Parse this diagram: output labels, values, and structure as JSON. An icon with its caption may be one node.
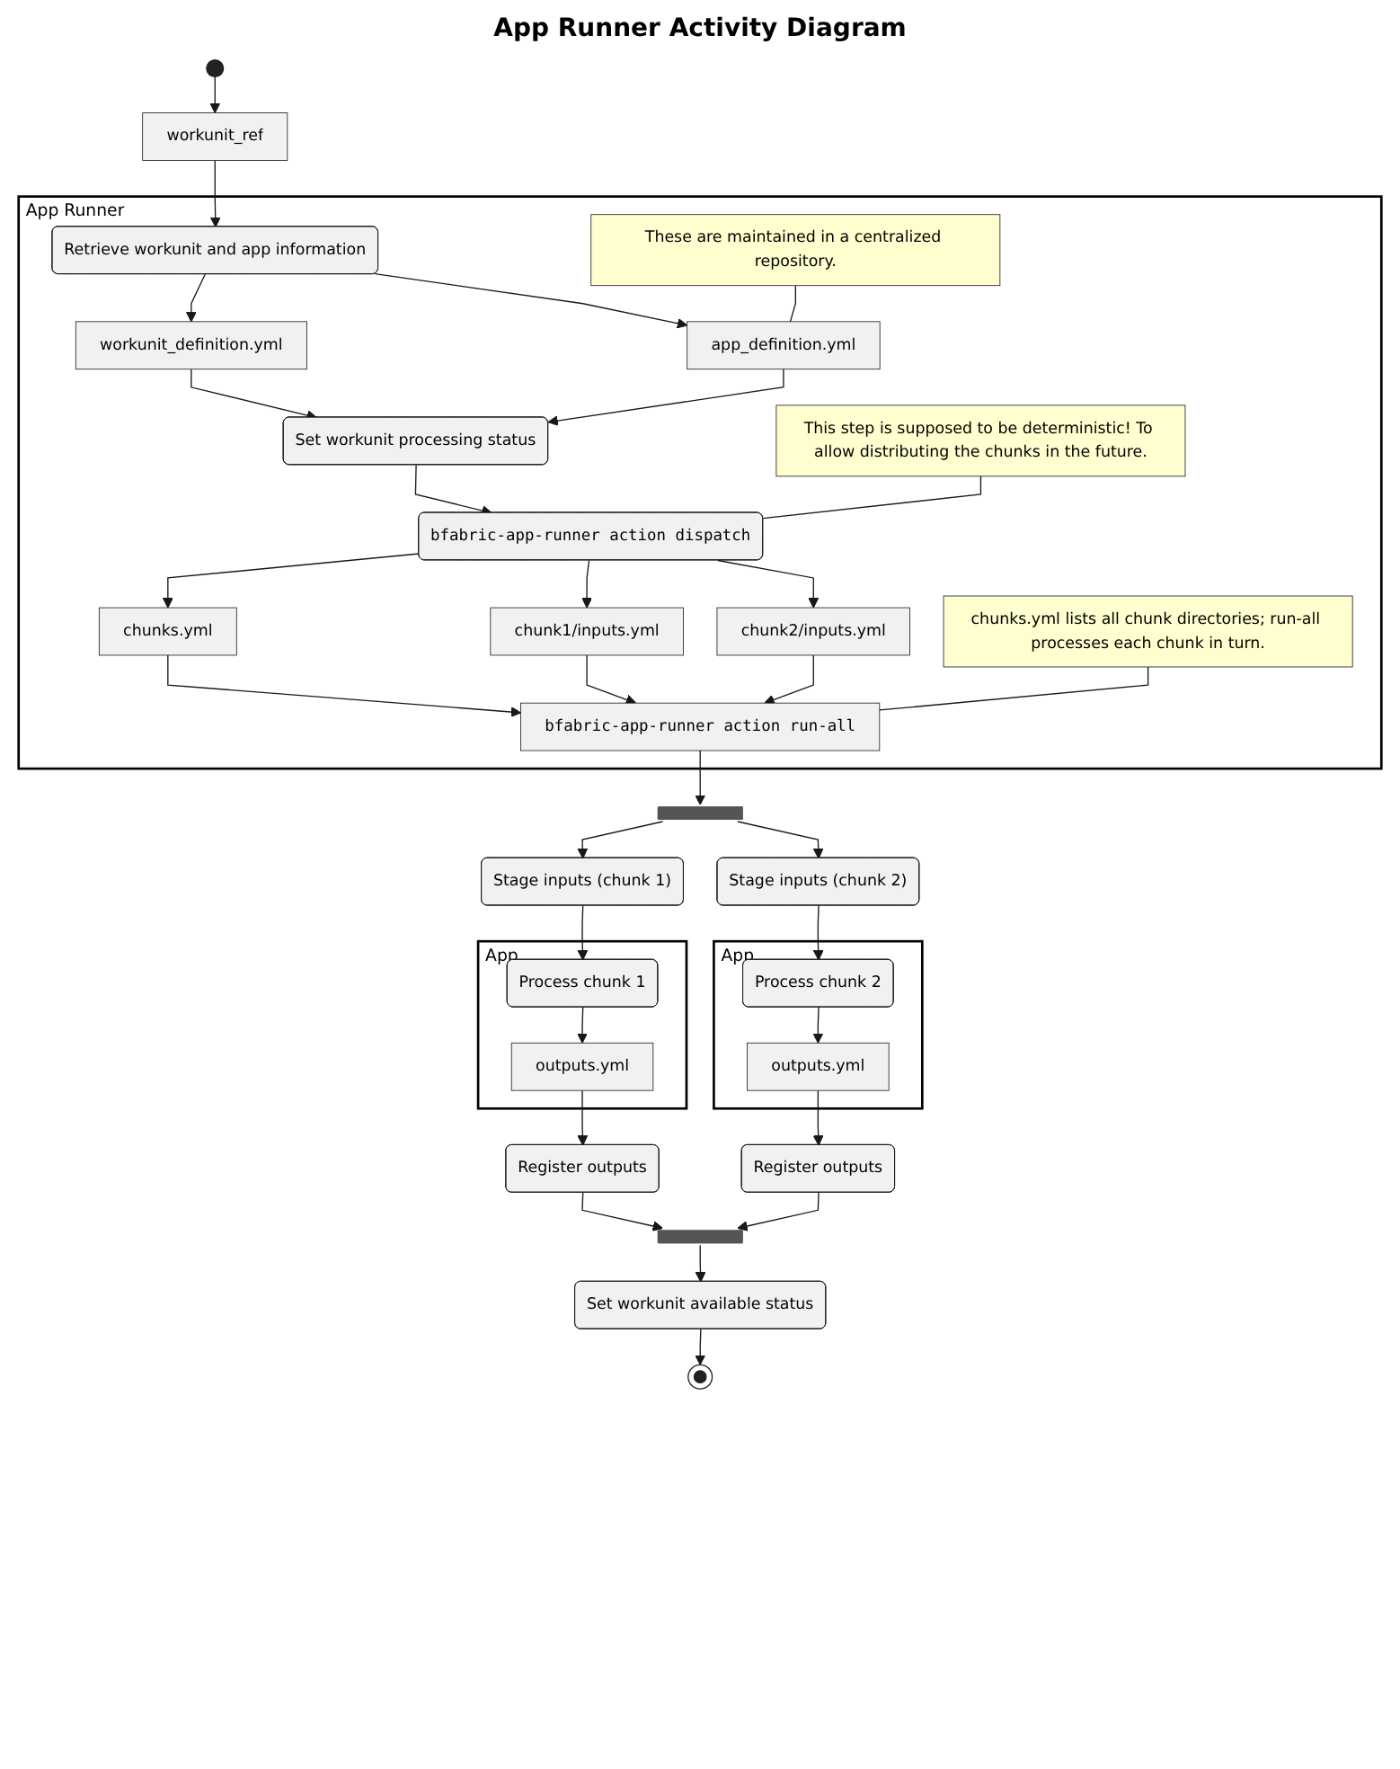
{
  "diagram": {
    "title": "App Runner Activity Diagram",
    "nodes": [
      {
        "text": [],
        "shape": "circle"
      },
      {
        "text": [
          "workunit_ref"
        ]
      },
      {
        "text": [
          "App Runner"
        ]
      },
      {
        "text": [
          "Retrieve workunit and app information"
        ],
        "in": 2
      },
      {
        "text": [
          "workunit_definition.yml"
        ],
        "in": 2
      },
      {
        "text": [
          "app_definition.yml"
        ],
        "in": 2
      },
      {
        "text": [
          "These are maintained in a centralized repository."
        ],
        "in": 2
      },
      {
        "text": [
          "Set workunit processing status"
        ],
        "in": 2
      },
      {
        "text": [
          "bfabric-app-runner action dispatch"
        ],
        "in": 2
      },
      {
        "text": [
          "This step is supposed to be deterministic! To allow distributing the chunks in the future."
        ],
        "in": 2
      },
      {
        "text": [
          "chunks.yml"
        ],
        "in": 2
      },
      {
        "text": [
          "chunk1/inputs.yml"
        ],
        "in": 2
      },
      {
        "text": [
          "chunk2/inputs.yml"
        ],
        "in": 2
      },
      {
        "text": [
          "bfabric-app-runner action run-all"
        ],
        "in": 2
      },
      {
        "text": [
          "chunks.yml lists all chunk directories; run-all processes each chunk in turn."
        ],
        "in": 2
      },
      {
        "text": [],
        "shape": "bar"
      },
      {
        "text": [
          "Stage inputs (chunk 1)"
        ]
      },
      {
        "text": [
          "App"
        ]
      },
      {
        "text": [
          "Process chunk 1"
        ],
        "in": 17
      },
      {
        "text": [
          "outputs.yml"
        ],
        "in": 17
      },
      {
        "text": [
          "Register outputs"
        ]
      },
      {
        "text": [
          "Stage inputs (chunk 2)"
        ]
      },
      {
        "text": [
          "App"
        ]
      },
      {
        "text": [
          "Process chunk 2"
        ],
        "in": 22
      },
      {
        "text": [
          "outputs.yml"
        ],
        "in": 22
      },
      {
        "text": [
          "Register outputs"
        ]
      },
      {
        "text": [],
        "shape": "bar"
      },
      {
        "text": [
          "Set workunit available status"
        ]
      },
      {
        "text": [],
        "shape": "circle"
      }
    ],
    "edges": [
      {
        "from": 0,
        "to": 1,
        "arrow": "to"
      },
      {
        "from": 1,
        "to": 3,
        "arrow": "to"
      },
      {
        "from": 3,
        "to": 4,
        "arrow": "to"
      },
      {
        "from": 3,
        "to": 5,
        "arrow": "to"
      },
      {
        "from": 6,
        "to": 5,
        "arrow": "none"
      },
      {
        "from": 4,
        "to": 7,
        "arrow": "to"
      },
      {
        "from": 5,
        "to": 7,
        "arrow": "to"
      },
      {
        "from": 7,
        "to": 8,
        "arrow": "to"
      },
      {
        "from": 9,
        "to": 8,
        "arrow": "none"
      },
      {
        "from": 8,
        "to": 10,
        "arrow": "to"
      },
      {
        "from": 8,
        "to": 11,
        "arrow": "to"
      },
      {
        "from": 8,
        "to": 12,
        "arrow": "to"
      },
      {
        "from": 10,
        "to": 13,
        "arrow": "to"
      },
      {
        "from": 11,
        "to": 13,
        "arrow": "to"
      },
      {
        "from": 12,
        "to": 13,
        "arrow": "to"
      },
      {
        "from": 14,
        "to": 13,
        "arrow": "none"
      },
      {
        "from": 13,
        "to": 15,
        "arrow": "to"
      },
      {
        "from": 15,
        "to": 16,
        "arrow": "to"
      },
      {
        "from": 15,
        "to": 21,
        "arrow": "to"
      },
      {
        "from": 16,
        "to": 18,
        "arrow": "to"
      },
      {
        "from": 18,
        "to": 19,
        "arrow": "to"
      },
      {
        "from": 19,
        "to": 20,
        "arrow": "to"
      },
      {
        "from": 20,
        "to": 26,
        "arrow": "to"
      },
      {
        "from": 21,
        "to": 23,
        "arrow": "to"
      },
      {
        "from": 23,
        "to": 24,
        "arrow": "to"
      },
      {
        "from": 24,
        "to": 25,
        "arrow": "to"
      },
      {
        "from": 25,
        "to": 26,
        "arrow": "to"
      },
      {
        "from": 26,
        "to": 27,
        "arrow": "to"
      },
      {
        "from": 27,
        "to": 28,
        "arrow": "to"
      }
    ]
  }
}
